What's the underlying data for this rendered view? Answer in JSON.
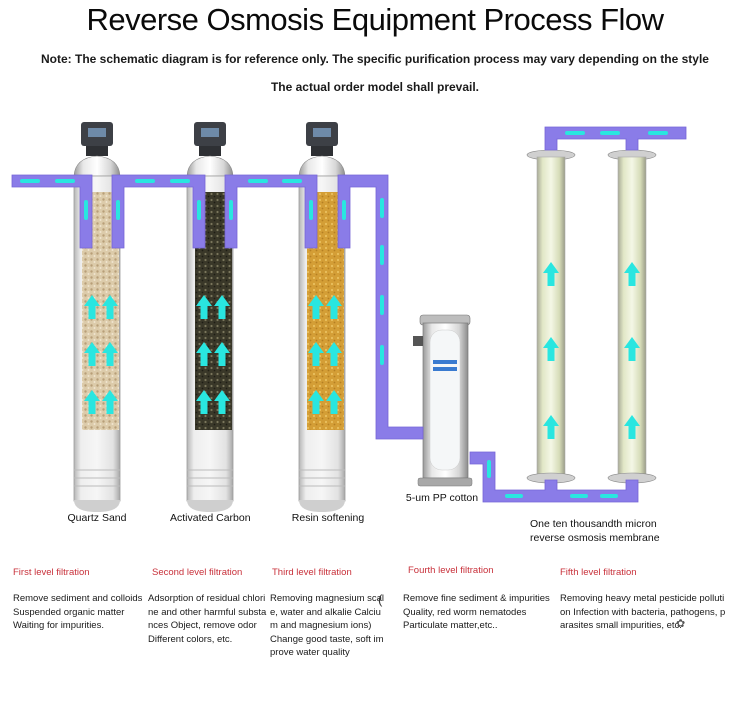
{
  "header": {
    "title": "Reverse Osmosis Equipment Process Flow",
    "note_line1": "Note: The schematic diagram is for reference only. The specific purification process may vary depending on the style",
    "note_line2": "The actual order model shall prevail."
  },
  "colors": {
    "pipe": "#8a7ce8",
    "flow_arrow": "#29e6e0",
    "stage_title": "#c8303a",
    "quartz_sand": "#d8c7a4",
    "activated_carbon": "#3b3a2c",
    "resin": "#d6a23a",
    "membrane": "#dfe6c8"
  },
  "equipment": [
    {
      "id": "tank-1",
      "label": "Quartz Sand"
    },
    {
      "id": "tank-2",
      "label": "Activated Carbon"
    },
    {
      "id": "tank-3",
      "label": "Resin softening"
    },
    {
      "id": "pp-filter",
      "label": "5-um PP cotton"
    },
    {
      "id": "ro-membrane",
      "label_line1": "One ten thousandth micron",
      "label_line2": "reverse osmosis membrane"
    }
  ],
  "stages": [
    {
      "title": "First level filtration",
      "description": "Remove sediment and colloids\nSuspended organic matter\nWaiting for impurities."
    },
    {
      "title": "Second level filtration",
      "description": "Adsorption of residual chlori\nne and other harmful substa\nnces Object, remove odor\nDifferent colors, etc."
    },
    {
      "title": "Third level filtration",
      "description": "Removing magnesium scal\ne, water and alkalie Calciu\nm and magnesium ions)\nChange good taste, soft im\nprove water quality"
    },
    {
      "title": "Fourth level filtration",
      "description": "Remove fine sediment & impurities\nQuality, red worm nematodes\nParticulate matter,etc.."
    },
    {
      "title": "Fifth level filtration",
      "description": "Removing heavy metal pesticide polluti\non Infection with bacteria, pathogens, p\narasites small impurities, etc."
    }
  ],
  "stray_marks": {
    "paren": "(",
    "smudge": "✿"
  }
}
